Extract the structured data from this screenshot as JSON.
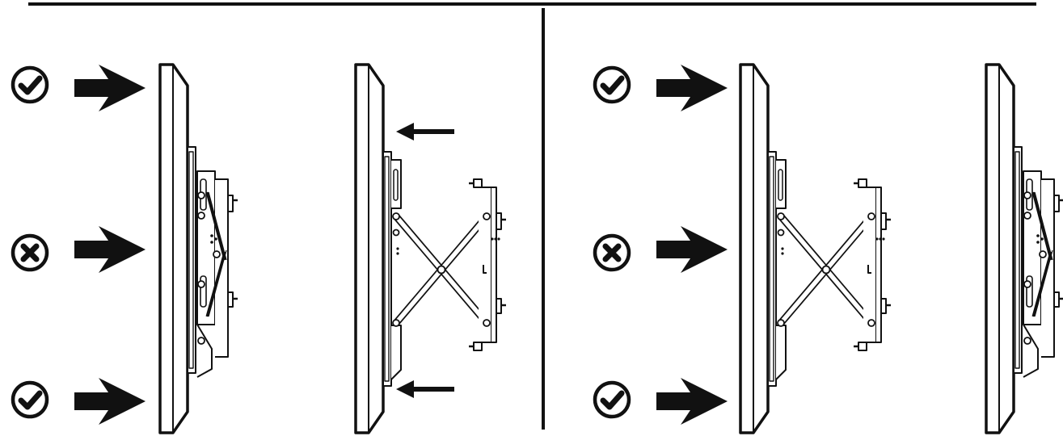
{
  "colors": {
    "ink": "#111111",
    "paper": "#ffffff"
  },
  "icons": {
    "correct": "check-circle-icon",
    "incorrect": "x-circle-icon",
    "push": "push-arrow-icon",
    "pull": "thin-arrow-left-icon"
  },
  "panels": [
    {
      "step_a": {
        "indicators": [
          "correct",
          "incorrect",
          "correct"
        ]
      },
      "step_b": {
        "motion_arrows": 2
      }
    },
    {
      "step_a": {
        "indicators": [
          "correct",
          "incorrect",
          "correct"
        ]
      },
      "step_b": {
        "motion_arrows": 0
      }
    }
  ]
}
